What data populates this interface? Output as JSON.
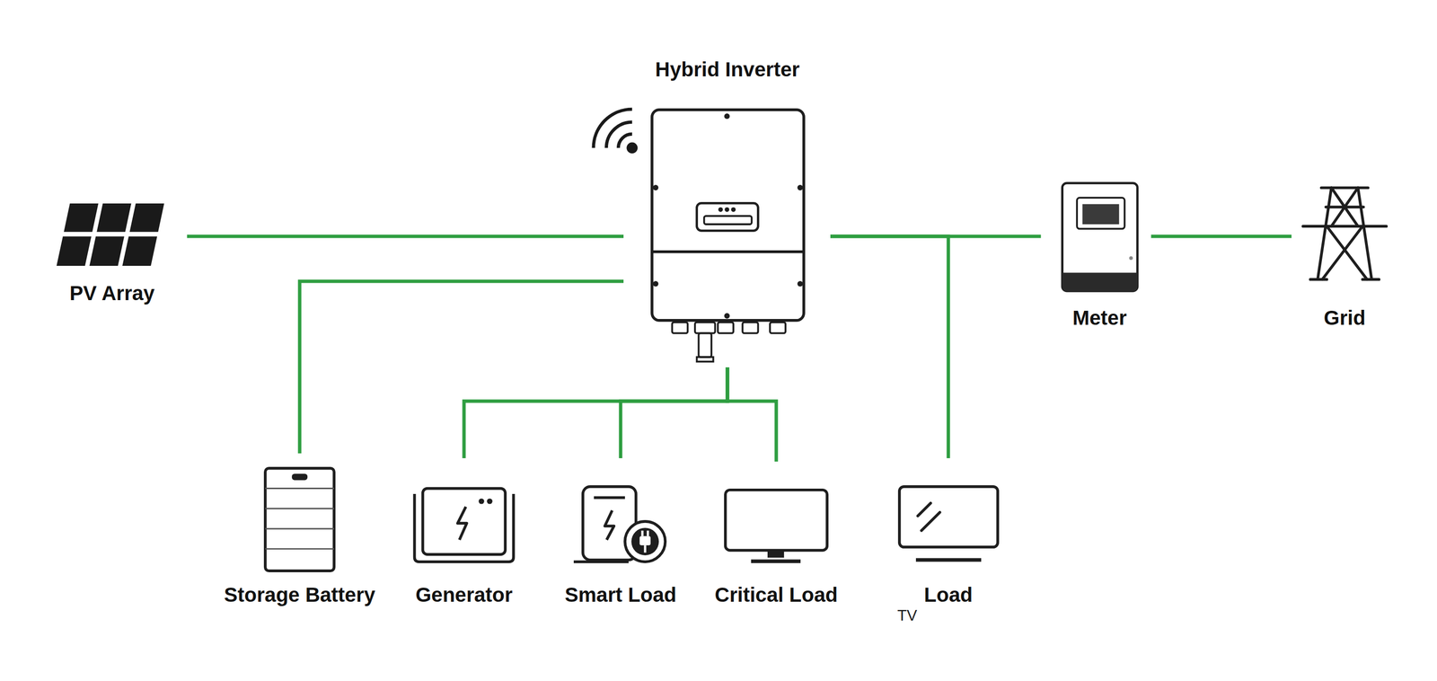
{
  "diagram": {
    "nodes": [
      {
        "text": [
          "Hybrid Inverter"
        ]
      },
      {
        "text": [
          "PV Array"
        ]
      },
      {
        "text": [
          "Meter"
        ]
      },
      {
        "text": [
          "Grid"
        ]
      },
      {
        "text": [
          "Storage Battery"
        ]
      },
      {
        "text": [
          "Generator"
        ]
      },
      {
        "text": [
          "Smart Load"
        ]
      },
      {
        "text": [
          "Critical Load"
        ]
      },
      {
        "text": [
          "Load"
        ]
      }
    ],
    "edges": [
      {
        "from": 1,
        "to": 0,
        "arrow": "none"
      },
      {
        "from": 4,
        "to": 0,
        "arrow": "none"
      },
      {
        "from": 0,
        "to": 5,
        "arrow": "none"
      },
      {
        "from": 0,
        "to": 6,
        "arrow": "none"
      },
      {
        "from": 0,
        "to": 7,
        "arrow": "none"
      },
      {
        "from": 0,
        "to": 2,
        "arrow": "none"
      },
      {
        "from": 0,
        "to": 8,
        "arrow": "none"
      },
      {
        "from": 2,
        "to": 3,
        "arrow": "none"
      }
    ],
    "labels": [
      "TV"
    ]
  }
}
